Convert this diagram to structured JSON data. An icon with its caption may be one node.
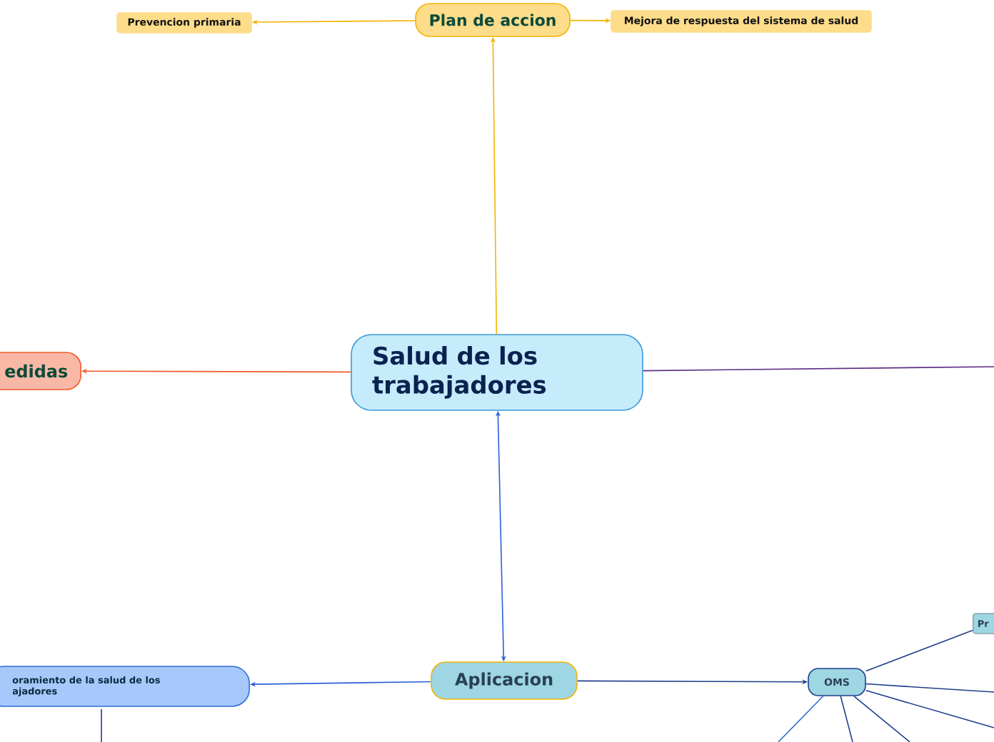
{
  "diagram": {
    "nodes": [
      {
        "text": [
          "Salud de los trabajadores"
        ]
      },
      {
        "text": [
          "Plan de accion"
        ]
      },
      {
        "text": [
          "Prevencion primaria"
        ]
      },
      {
        "text": [
          "Mejora de respuesta del sistema de salud"
        ]
      },
      {
        "text": [
          "edidas"
        ]
      },
      {
        "text": [
          "Aplicacion"
        ]
      },
      {
        "text": [
          "oramiento de la salud de los ajadores"
        ]
      },
      {
        "text": [
          "OMS"
        ]
      },
      {
        "text": [
          "Pr"
        ]
      }
    ],
    "edges": [
      {
        "from": 0,
        "to": 1,
        "arrow": "to",
        "color": "#f5b300"
      },
      {
        "from": 1,
        "to": 2,
        "arrow": "to",
        "color": "#f5b300"
      },
      {
        "from": 1,
        "to": 3,
        "arrow": "to",
        "color": "#f5b300"
      },
      {
        "from": 0,
        "to": 4,
        "arrow": "to",
        "color": "#f05a28"
      },
      {
        "from": 0,
        "to": null,
        "arrow": "none",
        "color": "#5b2c83"
      },
      {
        "from": 0,
        "to": 5,
        "arrow": "both",
        "color": "#2a5fd6"
      },
      {
        "from": 5,
        "to": 6,
        "arrow": "to",
        "color": "#2a5fd6"
      },
      {
        "from": 5,
        "to": 7,
        "arrow": "to",
        "color": "#1f3f8c"
      },
      {
        "from": 7,
        "to": 8,
        "arrow": "none",
        "color": "#1f3f8c"
      },
      {
        "from": 7,
        "to": null,
        "arrow": "none",
        "color": "#1f3f8c"
      },
      {
        "from": 7,
        "to": null,
        "arrow": "none",
        "color": "#1f3f8c"
      },
      {
        "from": 7,
        "to": null,
        "arrow": "none",
        "color": "#1f3f8c"
      },
      {
        "from": 7,
        "to": null,
        "arrow": "none",
        "color": "#1f3f8c"
      },
      {
        "from": 7,
        "to": null,
        "arrow": "none",
        "color": "#2a6fd0"
      },
      {
        "from": 6,
        "to": null,
        "arrow": "none",
        "color": "#1f3f8c"
      }
    ]
  }
}
